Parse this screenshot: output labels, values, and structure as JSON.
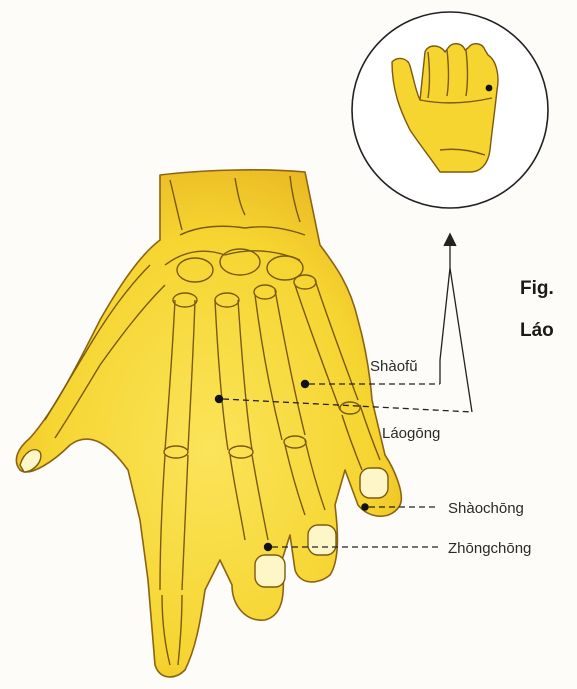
{
  "figure": {
    "caption_line1": "Fig.",
    "caption_line2": "Láo"
  },
  "labels": {
    "shaofu": "Shàofŭ",
    "laogong": "Láogōng",
    "shaochong": "Shàochōng",
    "zhongchong": "Zhōngchōng"
  },
  "colors": {
    "skin": "#f6d531",
    "skin_shade": "#e8b820",
    "bone_line": "#7a5a10",
    "point": "#111111",
    "leader": "#222222"
  }
}
